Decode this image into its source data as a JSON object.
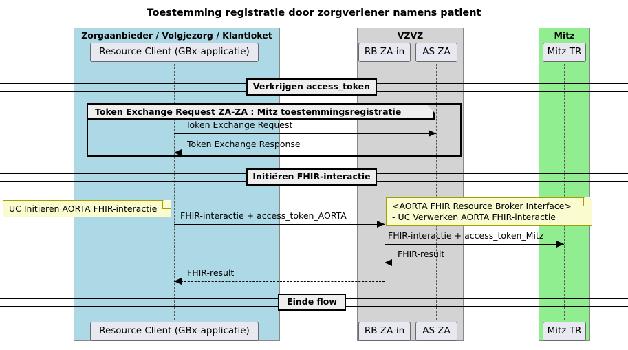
{
  "diagram": {
    "type": "uml-sequence-diagram",
    "title": "Toestemming registratie door zorgverlener namens patient",
    "colors": {
      "group_blue": "#ADD8E6",
      "group_gray": "#D3D3D3",
      "group_green": "#90EE90",
      "participant_fill": "#E8E8F0",
      "note_fill": "#FBFBD0",
      "divider_fill": "#EEEEEE",
      "line": "#000000"
    }
  },
  "groups": [
    {
      "label": "Zorgaanbieder / Volgjezorg / Klantloket",
      "color": "#ADD8E6"
    },
    {
      "label": "VZVZ",
      "color": "#D3D3D3"
    },
    {
      "label": "Mitz",
      "color": "#90EE90"
    }
  ],
  "participants": [
    {
      "name": "Resource Client (GBx-applicatie)",
      "group": "Zorgaanbieder / Volgjezorg / Klantloket"
    },
    {
      "name": "RB ZA-in",
      "group": "VZVZ"
    },
    {
      "name": "AS ZA",
      "group": "VZVZ"
    },
    {
      "name": "Mitz TR",
      "group": "Mitz"
    }
  ],
  "dividers": [
    {
      "label": "Verkrijgen access_token"
    },
    {
      "label": "Initiëren FHIR-interactie"
    },
    {
      "label": "Einde flow"
    }
  ],
  "fragments": [
    {
      "label": "Token Exchange Request ZA-ZA : Mitz toestemmingsregistratie"
    }
  ],
  "messages": [
    {
      "label": "Token Exchange Request",
      "from": "Resource Client (GBx-applicatie)",
      "to": "AS ZA",
      "style": "solid",
      "direction": "right"
    },
    {
      "label": "Token Exchange Response",
      "from": "AS ZA",
      "to": "Resource Client (GBx-applicatie)",
      "style": "dotted",
      "direction": "left"
    },
    {
      "label": "FHIR-interactie + access_token_AORTA",
      "from": "Resource Client (GBx-applicatie)",
      "to": "RB ZA-in",
      "style": "solid",
      "direction": "right"
    },
    {
      "label": "FHIR-interactie + access_token_Mitz",
      "from": "RB ZA-in",
      "to": "Mitz TR",
      "style": "solid",
      "direction": "right"
    },
    {
      "label": "FHIR-result",
      "from": "Mitz TR",
      "to": "RB ZA-in",
      "style": "dotted",
      "direction": "left"
    },
    {
      "label": "FHIR-result",
      "from": "RB ZA-in",
      "to": "Resource Client (GBx-applicatie)",
      "style": "dotted",
      "direction": "left"
    }
  ],
  "notes": [
    {
      "id": "note-uc-initieren",
      "text": "UC Initieren AORTA FHIR-interactie"
    },
    {
      "id": "note-broker-line1",
      "text": "<AORTA FHIR Resource Broker Interface>"
    },
    {
      "id": "note-broker-line2",
      "text": "- UC Verwerken AORTA FHIR-interactie"
    }
  ]
}
